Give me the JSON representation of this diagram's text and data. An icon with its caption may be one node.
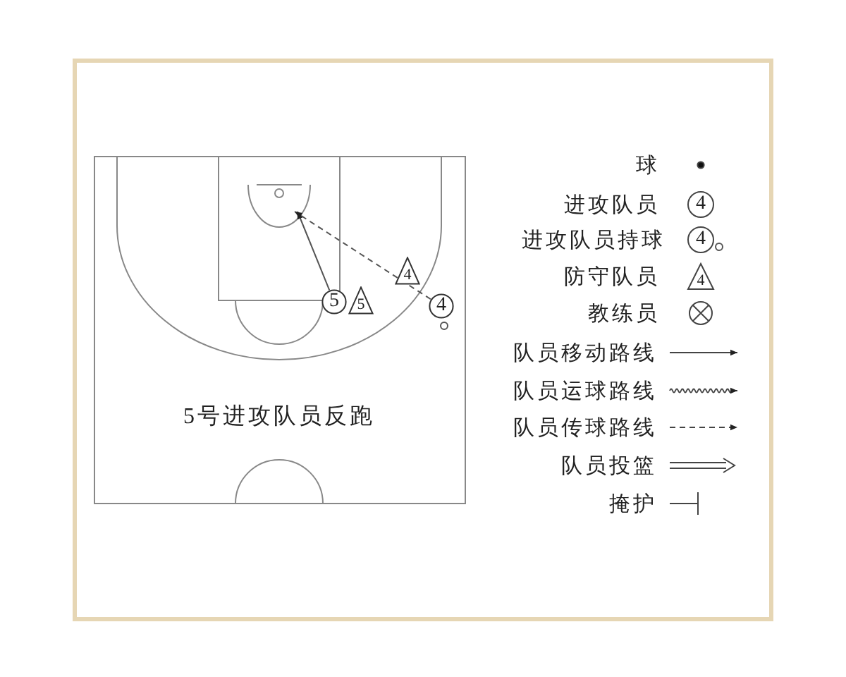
{
  "diagram": {
    "nodes": [
      {
        "text": [
          "5"
        ]
      },
      {
        "text": [
          "5"
        ]
      },
      {
        "text": [
          "4"
        ]
      },
      {
        "text": [
          "4"
        ]
      }
    ],
    "edges": [
      {
        "from": 0,
        "to": null,
        "arrow": "to"
      },
      {
        "from": 3,
        "to": null,
        "arrow": "to",
        "style": "dashed"
      }
    ],
    "labels": [
      "5号进攻队员反跑",
      "4",
      "4",
      "4"
    ],
    "legend": [
      {
        "text": "球"
      },
      {
        "text": "进攻队员"
      },
      {
        "text": "进攻队员持球"
      },
      {
        "text": "防守队员"
      },
      {
        "text": "教练员"
      },
      {
        "text": "队员移动路线"
      },
      {
        "text": "队员运球路线"
      },
      {
        "text": "队员传球路线"
      },
      {
        "text": "队员投篮"
      },
      {
        "text": "掩护"
      }
    ]
  }
}
